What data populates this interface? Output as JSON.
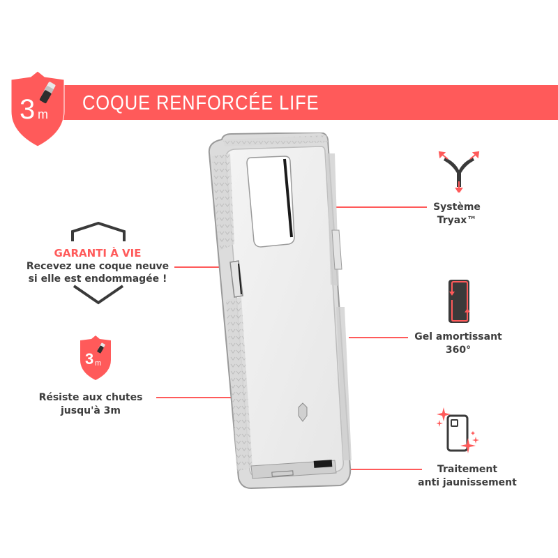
{
  "header": {
    "title": "COQUE RENFORCÉE LIFE",
    "badge": {
      "number": "3",
      "unit": "m",
      "icon": "shield-drop-icon"
    }
  },
  "colors": {
    "accent": "#ff5a5a",
    "text": "#3d3d3d",
    "background": "#ffffff"
  },
  "features": {
    "warranty": {
      "title": "GARANTI À VIE",
      "line1": "Recevez une coque neuve",
      "line2": "si elle est endommagée !",
      "icon": "shield-outline-icon"
    },
    "drop": {
      "badge_number": "3",
      "badge_unit": "m",
      "line1": "Résiste aux chutes",
      "line2": "jusqu'à 3m",
      "icon": "shield-drop-icon"
    },
    "tryax": {
      "line1": "Système",
      "line2": "Tryax™",
      "icon": "tryax-arrows-icon"
    },
    "gel": {
      "line1": "Gel amortissant",
      "line2": "360°",
      "icon": "phone-rotate-icon"
    },
    "antiyellow": {
      "line1": "Traitement",
      "line2": "anti jaunissement",
      "icon": "phone-sparkle-icon"
    }
  },
  "product": {
    "image": "clear-phone-case"
  }
}
